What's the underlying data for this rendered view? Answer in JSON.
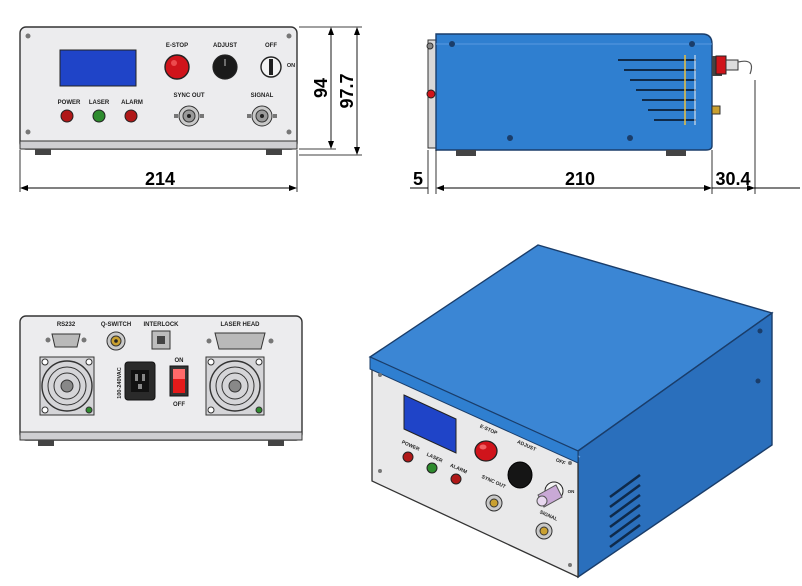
{
  "front_view": {
    "labels": {
      "estop": "E-STOP",
      "adjust": "ADJUST",
      "off": "OFF",
      "on": "ON",
      "power": "POWER",
      "laser": "LASER",
      "alarm": "ALARM",
      "sync_out": "SYNC OUT",
      "signal": "SIGNAL"
    },
    "dimensions": {
      "width": "214",
      "height": "94",
      "total_height": "97.7"
    }
  },
  "side_view": {
    "dimensions": {
      "front_offset": "5",
      "depth": "210",
      "rear_offset": "30.4"
    }
  },
  "rear_view": {
    "labels": {
      "rs232": "RS232",
      "q_switch": "Q-SWITCH",
      "interlock": "INTERLOCK",
      "laser_head": "LASER HEAD",
      "voltage": "100-240VAC",
      "on": "ON",
      "off": "OFF"
    }
  },
  "iso_view": {
    "labels": {
      "power": "POWER",
      "laser": "LASER",
      "alarm": "ALARM",
      "estop": "E-STOP",
      "adjust": "ADJUST",
      "sync_out": "SYNC OUT",
      "signal": "SIGNAL",
      "off": "OFF",
      "on": "ON"
    }
  },
  "colors": {
    "case_blue": "#2f7fd0",
    "panel_gray": "#e9e9ea",
    "lcd_blue": "#1f44c8",
    "estop_red": "#d0141b",
    "led_green": "#2e8b2e",
    "led_red": "#b01818"
  }
}
